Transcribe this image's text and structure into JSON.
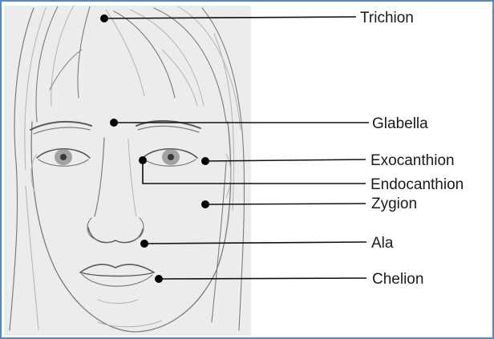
{
  "labels": {
    "trichion": "Trichion",
    "glabella": "Glabella",
    "exocanthion": "Exocanthion",
    "endocanthion": "Endocanthion",
    "zygion": "Zygion",
    "ala": "Ala",
    "chelion": "Chelion"
  },
  "colors": {
    "border": "#5b86c4",
    "marker": "#000000",
    "leader_line": "#111111",
    "sketch_background": "#ececec"
  }
}
